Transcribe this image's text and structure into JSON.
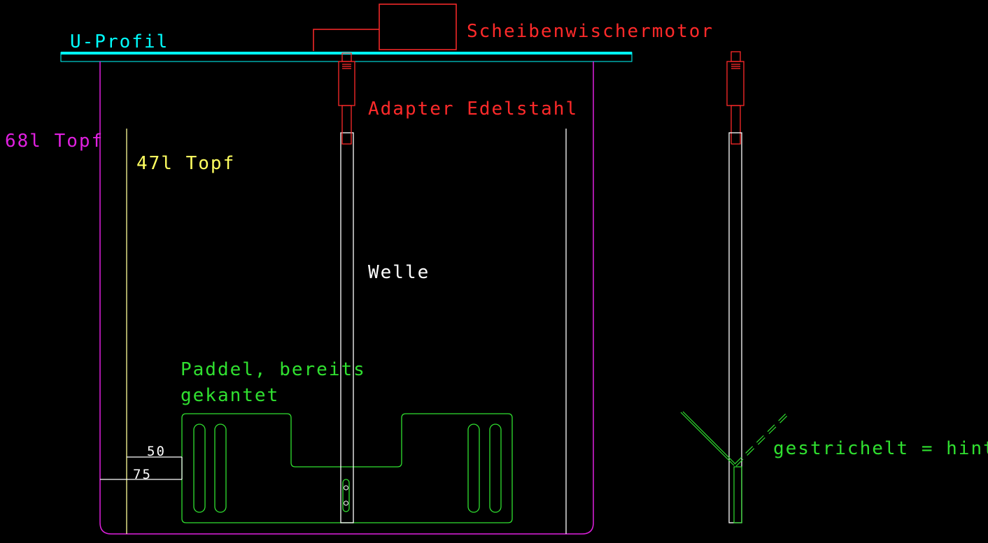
{
  "labels": {
    "u_profil": "U-Profil",
    "motor": "Scheibenwischermotor",
    "adapter": "Adapter Edelstahl",
    "pot_68": "68l Topf",
    "pot_47": "47l Topf",
    "shaft": "Welle",
    "paddle_line1": "Paddel, bereits",
    "paddle_line2": "gekantet",
    "dim_50": "50",
    "dim_75": "75",
    "legend_dashed": "gestrichelt = hinten"
  },
  "colors": {
    "profile": "#00ffff",
    "motor": "#ff2a2a",
    "pot_68": "#e020e0",
    "pot_47": "#ffff60",
    "paddle": "#30e030",
    "shaft": "#ffffff"
  }
}
